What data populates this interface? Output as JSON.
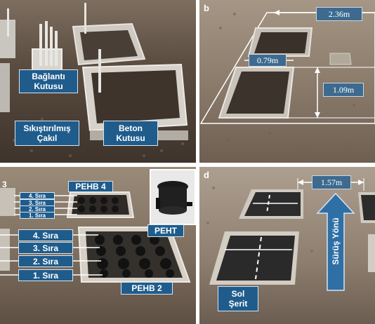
{
  "panel_a": {
    "label_baglanti": "Bağlantı\nKutusu",
    "label_cakil": "Sıkıştırılmış\nÇakıl",
    "label_beton": "Beton\nKutusu"
  },
  "panel_b": {
    "letter": "b",
    "dim_width": "2.36m",
    "dim_inner": "0.79m",
    "dim_depth": "1.09m"
  },
  "panel_c": {
    "label_3": "3",
    "label_pehb4": "PEHB 4",
    "label_peht": "PEHT",
    "label_pehb2": "PEHB 2",
    "small_rows": [
      "4. Sıra",
      "3. Sıra",
      "2. Sıra",
      "1. Sıra"
    ],
    "big_rows": [
      "4. Sıra",
      "3. Sıra",
      "2. Sıra",
      "1. Sıra"
    ]
  },
  "panel_d": {
    "letter": "d",
    "dim_width": "1.57m",
    "direction": "Sürüş Yönü",
    "lane": "Sol\nŞerit"
  },
  "colors": {
    "label_fill": "#1f5c8c",
    "dim_fill": "#3d6a8e",
    "arrow_fill": "#2e6fa6"
  }
}
